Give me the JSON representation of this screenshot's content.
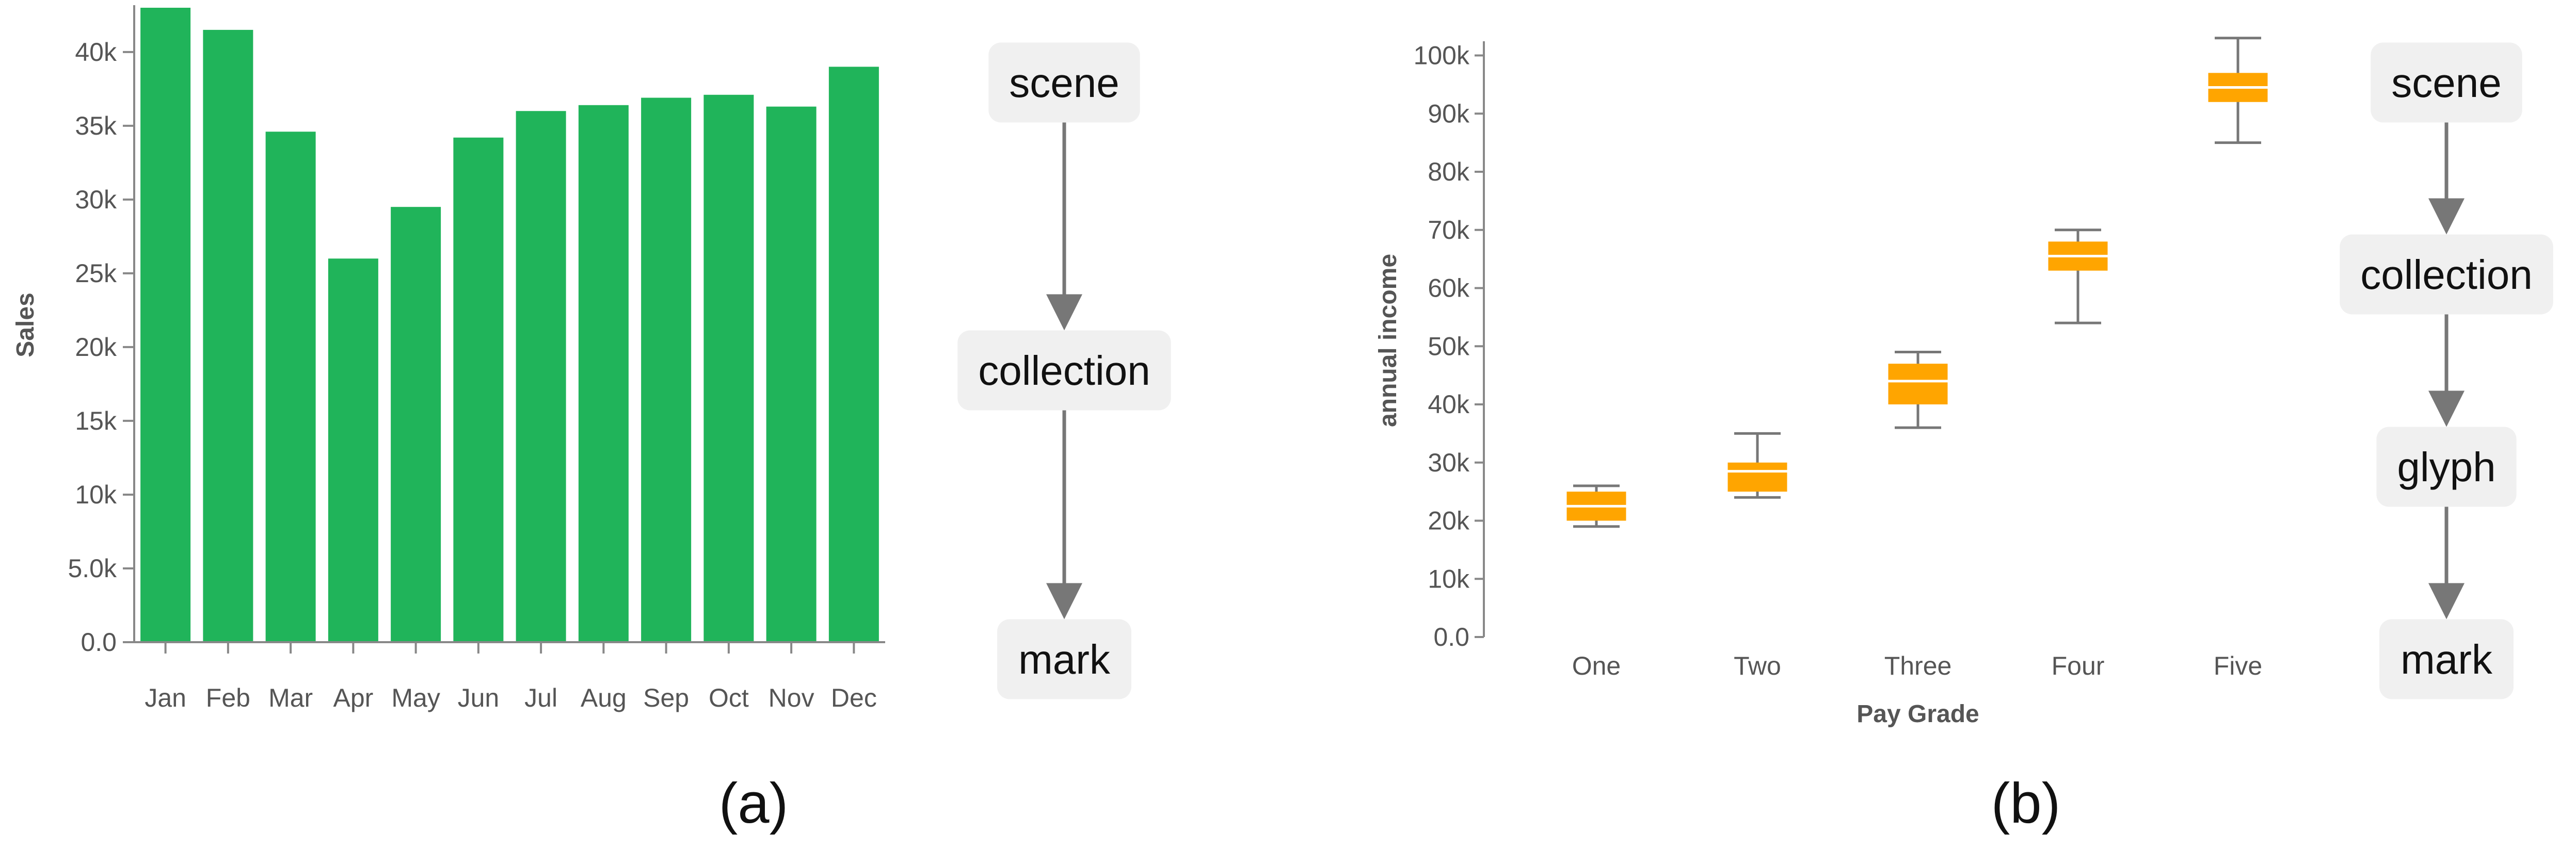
{
  "chart_data": [
    {
      "type": "bar",
      "title": "",
      "xlabel": "",
      "ylabel": "Sales",
      "ylim": [
        0,
        43000
      ],
      "yticks": [
        "0.0",
        "5.0k",
        "10k",
        "15k",
        "20k",
        "25k",
        "30k",
        "35k",
        "40k"
      ],
      "ytick_values": [
        0,
        5000,
        10000,
        15000,
        20000,
        25000,
        30000,
        35000,
        40000
      ],
      "categories": [
        "Jan",
        "Feb",
        "Mar",
        "Apr",
        "May",
        "Jun",
        "Jul",
        "Aug",
        "Sep",
        "Oct",
        "Nov",
        "Dec"
      ],
      "values": [
        43000,
        41500,
        34600,
        26000,
        29500,
        34200,
        36000,
        36400,
        36900,
        37100,
        36300,
        39000
      ],
      "bar_color": "#20b45a",
      "grid": false,
      "legend": "none"
    },
    {
      "type": "box",
      "title": "",
      "xlabel": "Pay Grade",
      "ylabel": "annual income",
      "ylim": [
        0,
        102000
      ],
      "yticks": [
        "0.0",
        "10k",
        "20k",
        "30k",
        "40k",
        "50k",
        "60k",
        "70k",
        "80k",
        "90k",
        "100k"
      ],
      "ytick_values": [
        0,
        10000,
        20000,
        30000,
        40000,
        50000,
        60000,
        70000,
        80000,
        90000,
        100000
      ],
      "categories": [
        "One",
        "Two",
        "Three",
        "Four",
        "Five"
      ],
      "boxes": [
        {
          "min": 19000,
          "q1": 20000,
          "median": 22500,
          "q3": 25000,
          "max": 26000
        },
        {
          "min": 24000,
          "q1": 25000,
          "median": 28500,
          "q3": 30000,
          "max": 35000
        },
        {
          "min": 36000,
          "q1": 40000,
          "median": 44000,
          "q3": 47000,
          "max": 49000
        },
        {
          "min": 54000,
          "q1": 63000,
          "median": 65500,
          "q3": 68000,
          "max": 70000
        },
        {
          "min": 85000,
          "q1": 92000,
          "median": 94500,
          "q3": 97000,
          "max": 103000
        }
      ],
      "box_color": "#ffa500",
      "grid": false,
      "legend": "none"
    }
  ],
  "diagrams": [
    {
      "nodes": [
        "scene",
        "collection",
        "mark"
      ]
    },
    {
      "nodes": [
        "scene",
        "collection",
        "glyph",
        "mark"
      ]
    }
  ],
  "captions": [
    "(a)",
    "(b)"
  ],
  "colors": {
    "axis": "#888888",
    "arrow": "#777777",
    "node_bg": "#f0f0f0",
    "median": "#ffffff"
  }
}
